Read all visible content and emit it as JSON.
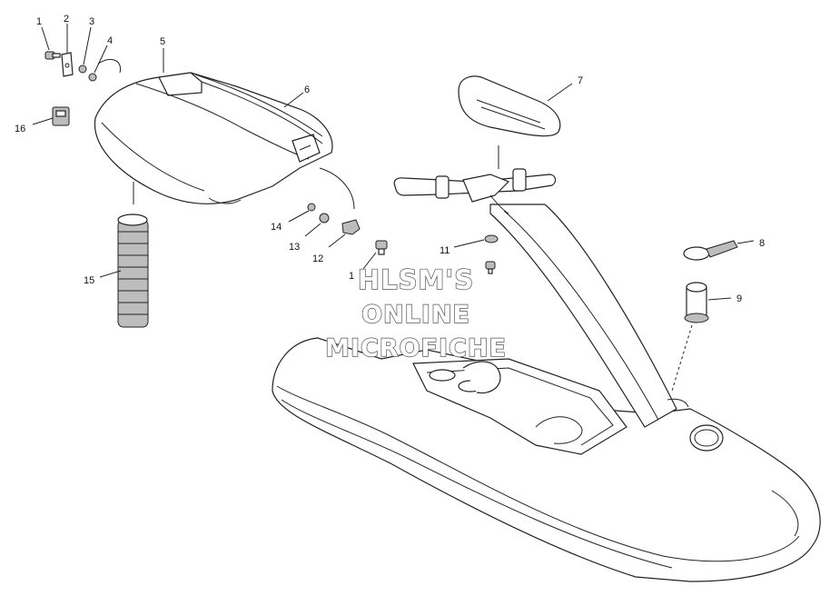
{
  "callouts": {
    "c1": "1",
    "c2": "2",
    "c3": "3",
    "c4": "4",
    "c5": "5",
    "c6": "6",
    "c7": "7",
    "c8": "8",
    "c9": "9",
    "c10": "1",
    "c11": "11",
    "c12": "12",
    "c13": "13",
    "c14": "14",
    "c15": "15",
    "c16": "16"
  },
  "watermark": {
    "line1": "HLSM'S",
    "line2": "ONLINE",
    "line3": "MICROFICHE",
    "color": "#555555"
  },
  "colors": {
    "line": "#222222",
    "background": "#ffffff",
    "shade": "#bdbdbd"
  }
}
